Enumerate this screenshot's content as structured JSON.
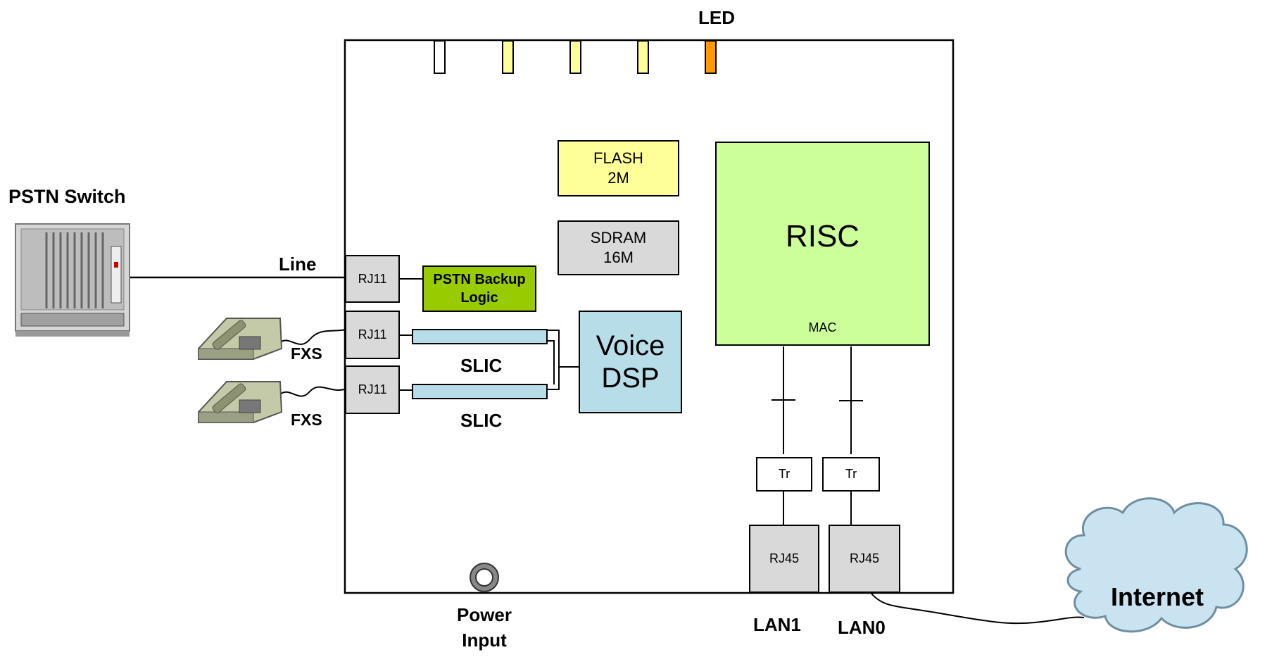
{
  "labels": {
    "led": "LED",
    "pstn_switch": "PSTN Switch",
    "line": "Line",
    "fxs_1": "FXS",
    "fxs_2": "FXS",
    "slic_1": "SLIC",
    "slic_2": "SLIC",
    "power_input": "Power\nInput",
    "lan1": "LAN1",
    "lan0": "LAN0"
  },
  "blocks": {
    "flash": "FLASH\n2M",
    "sdram": "SDRAM\n16M",
    "risc": "RISC",
    "mac": "MAC",
    "pstn_backup": "PSTN Backup\nLogic",
    "voice_dsp": "Voice\nDSP",
    "rj11_line": "RJ11",
    "rj11_fxs1": "RJ11",
    "rj11_fxs2": "RJ11",
    "tr_1": "Tr",
    "tr_2": "Tr",
    "rj45_lan1": "RJ45",
    "rj45_lan0": "RJ45",
    "internet": "Internet"
  },
  "colors": {
    "led_off": "#ffffff",
    "led_yellow": "#ffff99",
    "led_orange": "#ff9900",
    "flash": "#ffff99",
    "sdram": "#d9d9d9",
    "risc": "#ccff99",
    "pstn_backup": "#99cc00",
    "voice_dsp": "#b7dde8",
    "slic": "#b7dde8",
    "rj": "#d9d9d9",
    "cloud": "#c9e3f0"
  },
  "leds": [
    "white",
    "yellow",
    "yellow",
    "yellow",
    "orange"
  ]
}
